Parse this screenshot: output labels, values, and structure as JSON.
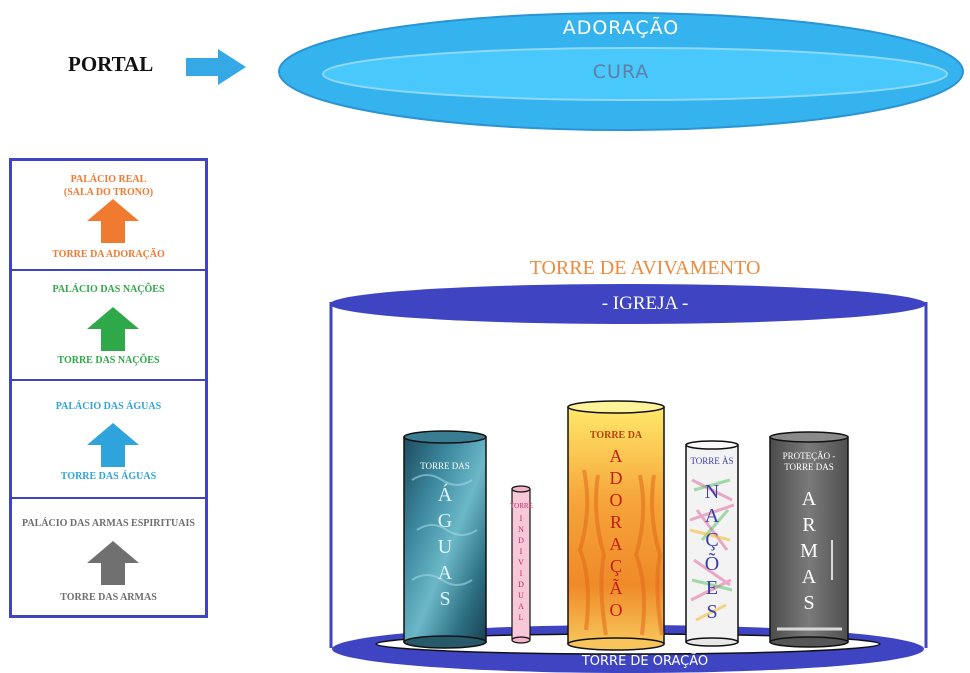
{
  "top": {
    "portal_label": "PORTAL",
    "ellipse_outer_label": "ADORAÇÃO",
    "ellipse_inner_label": "CURA"
  },
  "left_panel": {
    "sections": [
      {
        "title": "PALÁCIO REAL\n(SALA DO TRONO)",
        "bottom": "TORRE DA ADORAÇÃO",
        "color": "#f07a30"
      },
      {
        "title": "PALÁCIO DAS NAÇÕES",
        "bottom": "TORRE DAS NAÇÕES",
        "color": "#2fa84a"
      },
      {
        "title": "PALÁCIO DAS ÁGUAS",
        "bottom": "TORRE DAS ÁGUAS",
        "color": "#2ea3dc"
      },
      {
        "title": "PALÁCIO DAS ARMAS ESPIRITUAIS",
        "bottom": "TORRE DAS ARMAS",
        "color": "#707070"
      }
    ]
  },
  "main": {
    "title": "TORRE DE AVIVAMENTO",
    "top_label": "- IGREJA -",
    "bottom_label": "TORRE DE ORAÇÃO",
    "towers": [
      {
        "head": "TORRE DAS",
        "letters": "Á\nG\nU\nA\nS"
      },
      {
        "head": "TORRE",
        "letters": "I\nN\nD\nI\nV\nI\nD\nU\nA\nL"
      },
      {
        "head": "TORRE DA",
        "letters": "A\nD\nO\nR\nA\nÇ\nÃ\nO"
      },
      {
        "head": "TORRE ÀS",
        "letters": "N\nA\nÇ\nÕ\nE\nS"
      },
      {
        "head": "PROTEÇÃO -\nTORRE DAS",
        "letters": "A\nR\nM\nA\nS"
      }
    ]
  },
  "colors": {
    "blue_dark": "#3f45c2",
    "blue_light": "#35b6f0",
    "orange": "#f08a3c"
  }
}
